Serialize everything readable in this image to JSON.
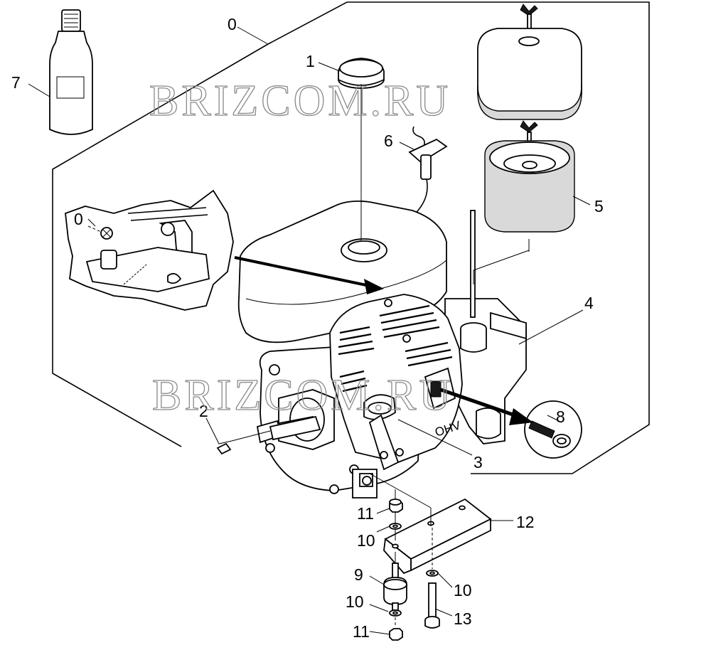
{
  "watermarks": [
    "BRIZCOM.RU",
    "BRIZCOM.RU"
  ],
  "callouts": [
    {
      "id": "c0",
      "text": "0"
    },
    {
      "id": "c0b",
      "text": "0"
    },
    {
      "id": "c1",
      "text": "1"
    },
    {
      "id": "c2",
      "text": "2"
    },
    {
      "id": "c3",
      "text": "3"
    },
    {
      "id": "c4",
      "text": "4"
    },
    {
      "id": "c5",
      "text": "5"
    },
    {
      "id": "c6",
      "text": "6"
    },
    {
      "id": "c7",
      "text": "7"
    },
    {
      "id": "c8",
      "text": "8"
    },
    {
      "id": "c9",
      "text": "9"
    },
    {
      "id": "c10a",
      "text": "10"
    },
    {
      "id": "c10b",
      "text": "10"
    },
    {
      "id": "c10c",
      "text": "10"
    },
    {
      "id": "c11a",
      "text": "11"
    },
    {
      "id": "c11b",
      "text": "11"
    },
    {
      "id": "c12",
      "text": "12"
    },
    {
      "id": "c13",
      "text": "13"
    }
  ],
  "engine_marking": "OHV"
}
